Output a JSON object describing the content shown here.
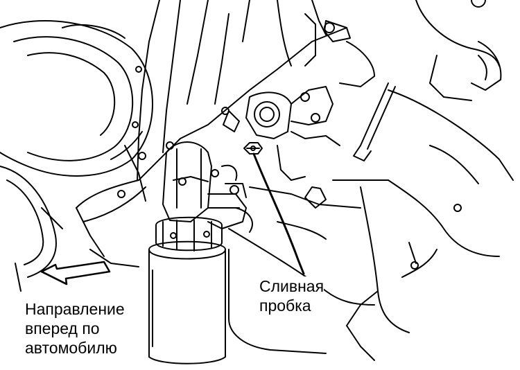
{
  "diagram": {
    "drain_plug_label": {
      "line1": "Сливная",
      "line2": "пробка"
    },
    "direction_label": {
      "line1": "Направление",
      "line2": "вперед по",
      "line3": "автомобилю"
    },
    "colors": {
      "ink": "#000000",
      "background": "#ffffff"
    }
  }
}
